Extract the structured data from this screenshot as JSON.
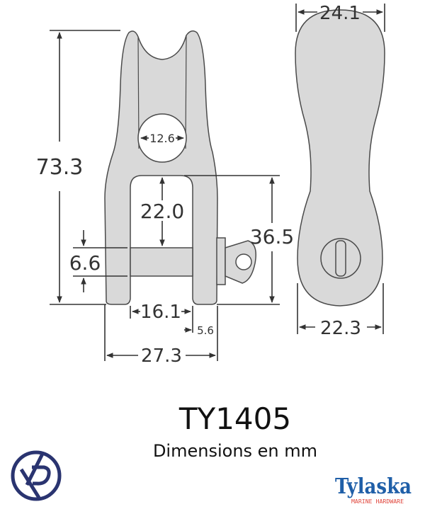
{
  "dimensions": {
    "overall_height": "73.3",
    "hole_diameter": "12.6",
    "inner_height": "22.0",
    "pin_diameter": "6.6",
    "pin_to_top": "36.5",
    "inner_width": "16.1",
    "leg_width": "5.6",
    "overall_width": "27.3",
    "side_top_width": "24.1",
    "side_bottom_width": "22.3"
  },
  "title": "TY1405",
  "subtitle": "Dimensions en mm",
  "logos": {
    "left": "XP",
    "right_brand": "Tylaska",
    "right_tagline": "MARINE HARDWARE",
    "brand_color": "#1f5fa8",
    "tagline_color": "#e0463c",
    "xp_color": "#2a3470"
  }
}
